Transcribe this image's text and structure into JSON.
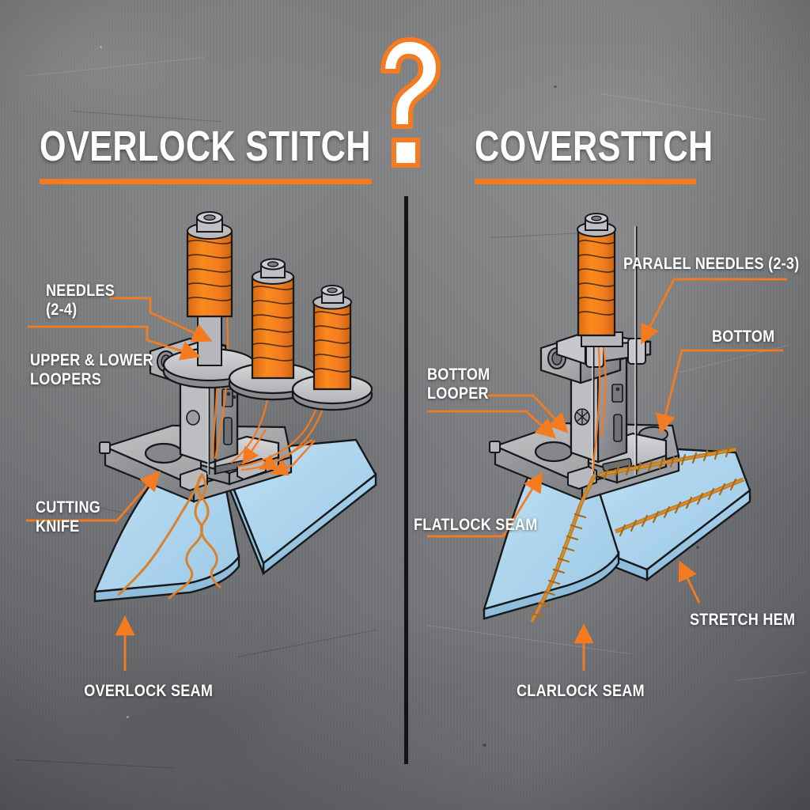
{
  "theme": {
    "accent_orange": "#F47B20",
    "stitch_orange": "#C8791E",
    "fabric_blue": "#AFD6EE",
    "metal_gray": "#A8AAAC",
    "text_white": "#FFFFFF",
    "divider_black": "#111315",
    "background_gray": "#7E7F81"
  },
  "header": {
    "left_title": "OVERLOCK STITCH",
    "right_title": "COVERSTTCH",
    "question_mark": "?"
  },
  "left_panel": {
    "name": "overlock-stitch",
    "labels": [
      {
        "id": "needles",
        "text": "NEEDLES\n(2-4)"
      },
      {
        "id": "loopers",
        "text": "UPPER & LOWER\nLOOPERS"
      },
      {
        "id": "cutting-knife",
        "text": "CUTTING\nKNIFE"
      },
      {
        "id": "overlock-seam",
        "text": "OVERLOCK SEAM"
      }
    ],
    "machine": {
      "thread_spools": 3,
      "spool_thread_color": "#F47B20",
      "fabric_color": "#AFD6EE",
      "seam_style": "braided-overlock"
    }
  },
  "right_panel": {
    "name": "coverstitch",
    "labels": [
      {
        "id": "parallel-needles",
        "text": "PARALEL NEEDLES (2-3)"
      },
      {
        "id": "bottom",
        "text": "BOTTOM"
      },
      {
        "id": "bottom-looper",
        "text": "BOTTOM\nLOOPER"
      },
      {
        "id": "flatlock-seam",
        "text": "FLATLOCK SEAM"
      },
      {
        "id": "stretch-hem",
        "text": "STRETCH HEM"
      },
      {
        "id": "clarlock-seam",
        "text": "CLARLOCK SEAM"
      }
    ],
    "machine": {
      "thread_spools": 1,
      "needle_bars": 2,
      "spool_thread_color": "#F47B20",
      "fabric_color": "#AFD6EE",
      "stitch_rows": 3,
      "seam_style": "chain-coverstitch"
    }
  }
}
